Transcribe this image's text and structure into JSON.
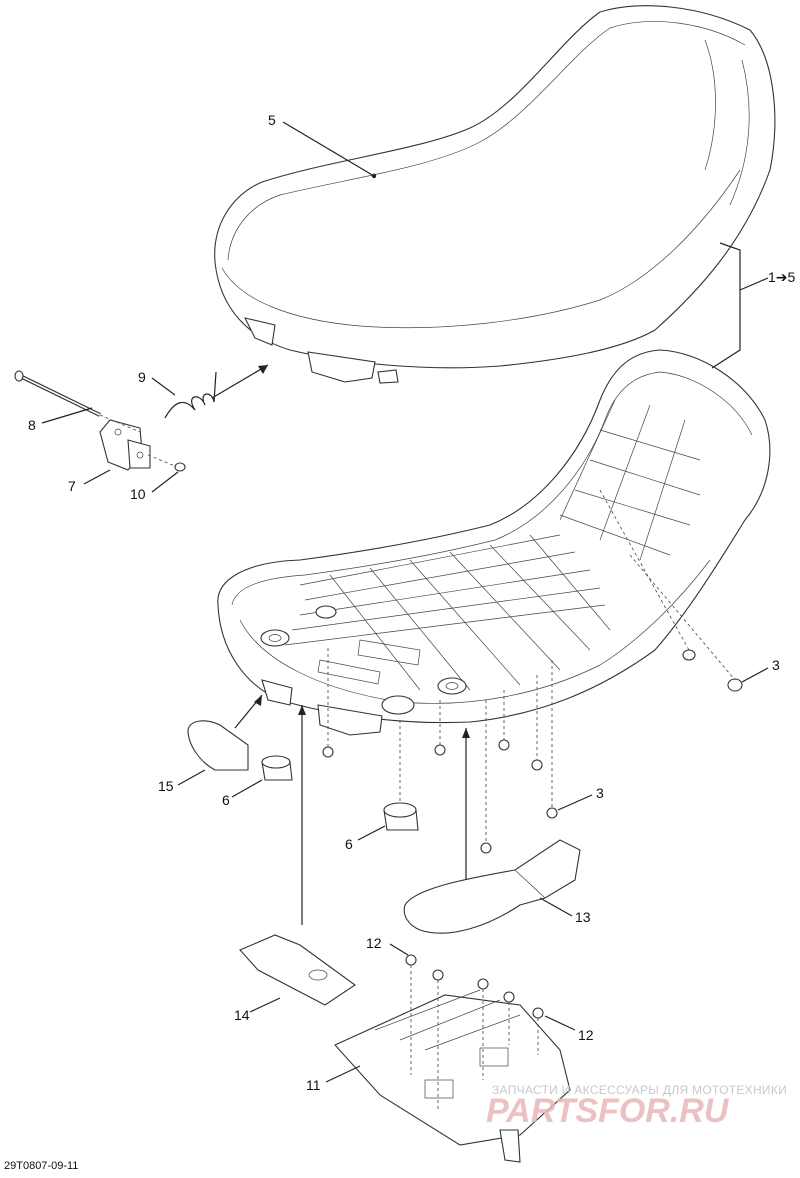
{
  "callouts": {
    "c1": "1➔5",
    "c3a": "3",
    "c3b": "3",
    "c5": "5",
    "c6a": "6",
    "c6b": "6",
    "c7": "7",
    "c8": "8",
    "c9": "9",
    "c10": "10",
    "c11": "11",
    "c12a": "12",
    "c12b": "12",
    "c13": "13",
    "c14": "14",
    "c15": "15"
  },
  "doc_code": "29T0807-09-11",
  "watermark": {
    "caption": "ЗАПЧАСТИ И АКСЕССУАРЫ ДЛЯ МОТОТЕХНИКИ",
    "brand": "PARTSFOR.RU"
  }
}
